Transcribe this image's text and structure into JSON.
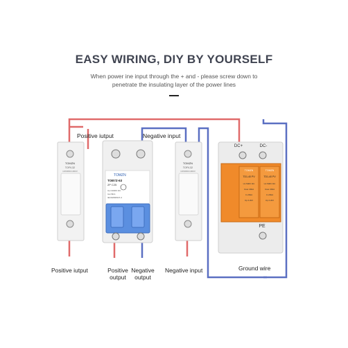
{
  "heading": {
    "title": "EASY WIRING, DIY BY YOURSELF",
    "subtitle_line1": "When power ine input through the + and - please screw down to",
    "subtitle_line2": "penetrate the insulating layer of the power lines"
  },
  "labels": {
    "top_positive_input": "Positive iutput",
    "top_negative_input": "Negative input",
    "bottom_positive_input": "Positive iutput",
    "positive_output_line1": "Positive",
    "positive_output_line2": "output",
    "negative_output_line1": "Negative",
    "negative_output_line2": "output",
    "bottom_negative_input": "Negative input",
    "ground_wire": "Ground wire",
    "pe": "PE",
    "spd_dc_plus": "DC+",
    "spd_dc_minus": "DC-"
  },
  "devices": {
    "left_fuse": {
      "brand": "TOMZN",
      "model": "TOFV-32",
      "spec": "10X38DC1000V"
    },
    "breaker": {
      "brand": "TOMZN",
      "model": "TOB7Z-63",
      "rating": "2P C25",
      "line1": "Ue=1000V DC",
      "line2": "Icu=6KA",
      "line3": "IEC/EN60947-2"
    },
    "right_fuse": {
      "brand": "TOMZN",
      "model": "TOFV-32",
      "spec": "10X38DC1000V"
    },
    "spd": {
      "brand": "TOMZN",
      "module_model": "TD1-40 PV",
      "module_line1": "Uc 500V DC",
      "module_line2": "Imax 40kA",
      "module_line3": "In 20kA",
      "module_line4": "Up 2.2kV"
    }
  },
  "colors": {
    "positive_wire": "#e06a6a",
    "negative_wire": "#5a6fc2",
    "breaker_blue": "#5b8fe0",
    "spd_orange": "#f08a2a",
    "title_color": "#404451"
  }
}
